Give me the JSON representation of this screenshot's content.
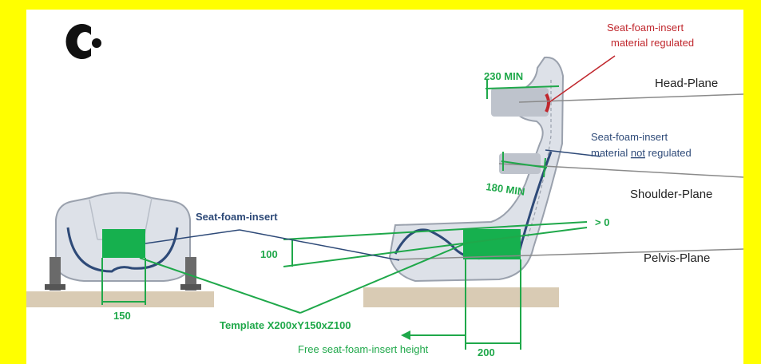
{
  "colors": {
    "frame": "#ffff00",
    "panel": "#ffffff",
    "green": "#1fa84a",
    "template_fill": "#16b04e",
    "dark_blue": "#2e4a78",
    "red": "#c0272d",
    "gray_line": "#8a8a8a",
    "seat_fill": "#dde1e8",
    "seat_stroke": "#9aa1ad",
    "ground": "#d9cbb4"
  },
  "logo": {
    "icon": "company-logo-icon"
  },
  "labels": {
    "red_insert_line1": "Seat-foam-insert",
    "red_insert_line2": "material regulated",
    "head_plane": "Head-Plane",
    "head_min": "230 MIN",
    "blue_insert_line1": "Seat-foam-insert",
    "blue_insert_line2_pre": "material ",
    "blue_insert_line2_not": "not",
    "blue_insert_line2_post": " regulated",
    "shoulder_plane": "Shoulder-Plane",
    "shoulder_min": "180 MIN",
    "gt_zero": "> 0",
    "pelvis_plane": "Pelvis-Plane",
    "seat_foam_insert": "Seat-foam-insert",
    "dim_100": "100",
    "dim_150": "150",
    "template": "Template X200xY150xZ100",
    "free_height": "Free seat-foam-insert height",
    "dim_200": "200"
  }
}
